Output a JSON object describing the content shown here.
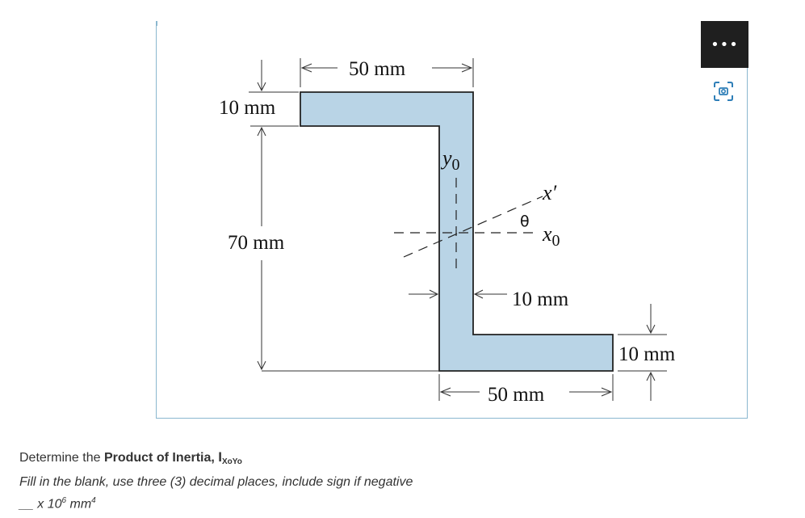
{
  "figure": {
    "labels": {
      "top_width": "50 mm",
      "top_thickness": "10 mm",
      "web_height": "70 mm",
      "web_thickness": "10 mm",
      "bottom_width": "50 mm",
      "bottom_thickness": "10 mm",
      "axis_y0": "y",
      "axis_y0_sub": "0",
      "axis_x0": "x",
      "axis_x0_sub": "0",
      "axis_xprime": "x′",
      "theta": "θ"
    },
    "colors": {
      "fill": "#b9d4e6",
      "stroke": "#222222",
      "border": "#8ab7cf"
    }
  },
  "toolbar": {
    "menu_glyph": "•••"
  },
  "question": {
    "prefix": "Determine the ",
    "bold": "Product of Inertia, ",
    "symbol": "I",
    "symbol_sub": "XoYo"
  },
  "instructions": "Fill in the blank, use three (3) decimal places, include sign if negative",
  "answer": {
    "blank": "__",
    "text": " x 10",
    "exp": "6",
    "unit": " mm",
    "unit_exp": "4"
  }
}
